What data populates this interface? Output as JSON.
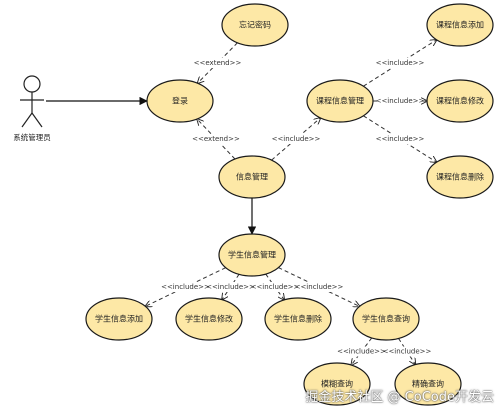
{
  "actor": {
    "label": "系统管理员"
  },
  "use_cases": [
    {
      "id": "forgot",
      "label": "忘记密码"
    },
    {
      "id": "login",
      "label": "登录"
    },
    {
      "id": "info",
      "label": "信息管理"
    },
    {
      "id": "course",
      "label": "课程信息管理"
    },
    {
      "id": "course_add",
      "label": "课程信息添加"
    },
    {
      "id": "course_edit",
      "label": "课程信息修改"
    },
    {
      "id": "course_del",
      "label": "课程信息删除"
    },
    {
      "id": "student",
      "label": "学生信息管理"
    },
    {
      "id": "stu_add",
      "label": "学生信息添加"
    },
    {
      "id": "stu_edit",
      "label": "学生信息修改"
    },
    {
      "id": "stu_del",
      "label": "学生信息删除"
    },
    {
      "id": "stu_query",
      "label": "学生信息查询"
    },
    {
      "id": "fuzzy",
      "label": "模糊查询"
    },
    {
      "id": "exact",
      "label": "精确查询"
    }
  ],
  "relations": [
    {
      "from": "forgot",
      "to": "login",
      "type": "extend",
      "label": "<<extend>>"
    },
    {
      "from": "info",
      "to": "login",
      "type": "extend",
      "label": "<<extend>>"
    },
    {
      "from": "info",
      "to": "course",
      "type": "include",
      "label": "<<include>>"
    },
    {
      "from": "course",
      "to": "course_add",
      "type": "include",
      "label": "<<include>>"
    },
    {
      "from": "course",
      "to": "course_edit",
      "type": "include",
      "label": "<<include>>"
    },
    {
      "from": "course",
      "to": "course_del",
      "type": "include",
      "label": "<<include>>"
    },
    {
      "from": "info",
      "to": "student",
      "type": "association",
      "label": ""
    },
    {
      "from": "student",
      "to": "stu_add",
      "type": "include",
      "label": "<<include>>"
    },
    {
      "from": "student",
      "to": "stu_edit",
      "type": "include",
      "label": "<<include>>"
    },
    {
      "from": "student",
      "to": "stu_del",
      "type": "include",
      "label": "<<include>>"
    },
    {
      "from": "student",
      "to": "stu_query",
      "type": "include",
      "label": "<<include>>"
    },
    {
      "from": "stu_query",
      "to": "fuzzy",
      "type": "include",
      "label": "<<include>>"
    },
    {
      "from": "stu_query",
      "to": "exact",
      "type": "include",
      "label": "<<include>>"
    }
  ],
  "actor_link": {
    "from": "actor",
    "to": "login",
    "type": "association"
  },
  "watermark": "掘金技术社区 @ CoCode开发云"
}
